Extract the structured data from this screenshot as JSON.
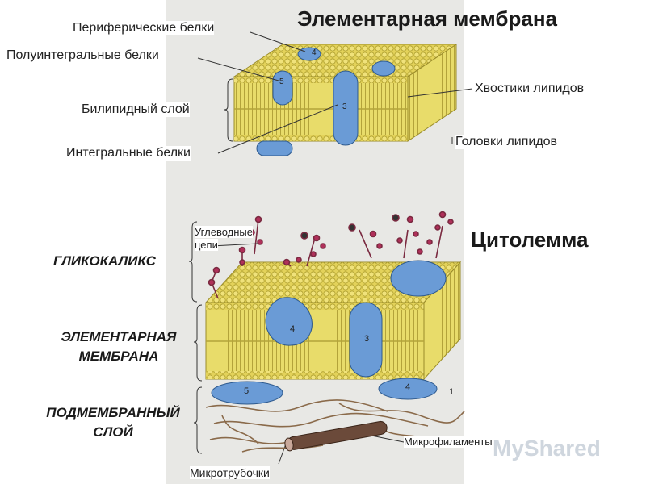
{
  "title_top": "Элементарная мембрана",
  "title_bottom": "Цитолемма",
  "labels": {
    "peripheral": "Периферические белки",
    "semi_integral": "Полуинтегральные белки",
    "bilipid": "Билипидный слой",
    "integral": "Интегральные белки",
    "tails": "Хвостики липидов",
    "heads": "Головки липидов",
    "carbohydrate_line1": "Углеводные",
    "carbohydrate_line2": "цепи",
    "microfilaments": "Микрофиламенты",
    "microtubules": "Микротрубочки"
  },
  "captions": {
    "glycocalyx": "ГЛИКОКАЛИКС",
    "membrane_line1": "ЭЛЕМЕНТАРНАЯ",
    "membrane_line2": "МЕМБРАНА",
    "submembrane_line1": "ПОДМЕМБРАННЫЙ",
    "submembrane_line2": "СЛОЙ"
  },
  "protein_numbers": {
    "top_peripheral": "4",
    "top_semi": "5",
    "top_integral": "3",
    "bottom_integral_a": "4",
    "bottom_integral_b": "3",
    "bottom_sub_a": "5",
    "bottom_sub_b": "4",
    "bottom_side": "1"
  },
  "watermark": "MyShared",
  "colors": {
    "lipid": "#d8c84a",
    "protein": "#6a9bd6",
    "chain": "#b0305a"
  }
}
